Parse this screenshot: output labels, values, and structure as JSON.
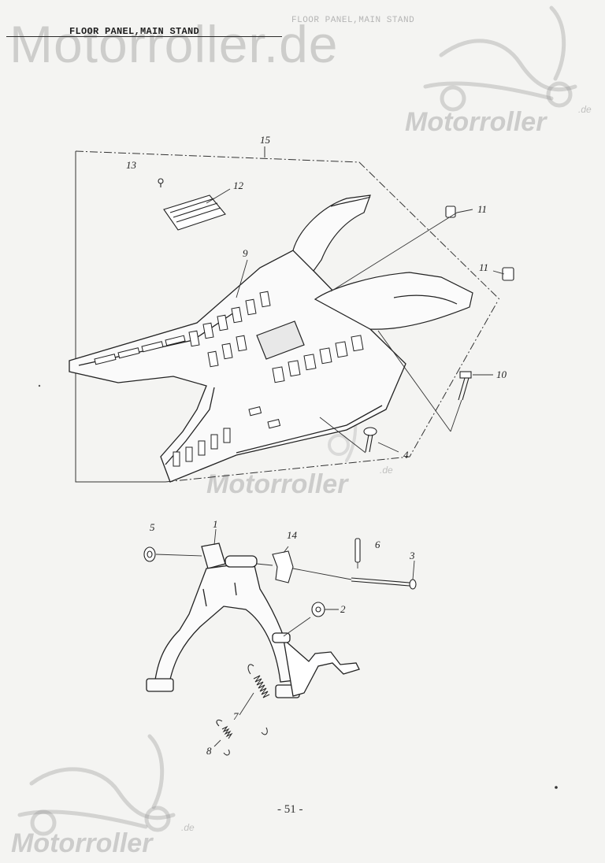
{
  "header": {
    "title": "FLOOR PANEL,MAIN STAND",
    "ghost_title": "FLOOR PANEL,MAIN STAND"
  },
  "watermark": {
    "brand": "Motorroller.de",
    "brand_short": "Motorroller",
    "tld": ".de",
    "color": "#9a9a9a"
  },
  "callouts": {
    "c15": "15",
    "c13": "13",
    "c12": "12",
    "c9": "9",
    "c11a": "11",
    "c11b": "11",
    "c10": "10",
    "c4": "4",
    "c5": "5",
    "c1": "1",
    "c14": "14",
    "c6": "6",
    "c3": "3",
    "c2": "2",
    "c7": "7",
    "c8": "8"
  },
  "footer": {
    "page_number": "- 51 -"
  }
}
